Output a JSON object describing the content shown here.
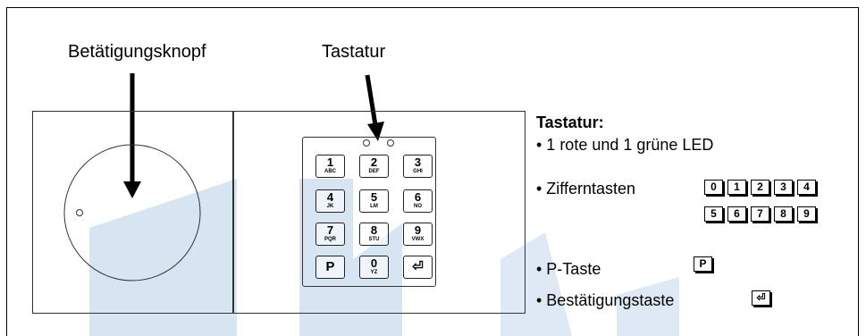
{
  "labels": {
    "knob": "Betätigungsknopf",
    "keypad": "Tastatur"
  },
  "keypad": {
    "keys": [
      {
        "digit": "1",
        "letters": "ABC"
      },
      {
        "digit": "2",
        "letters": "DEF"
      },
      {
        "digit": "3",
        "letters": "GHI"
      },
      {
        "digit": "4",
        "letters": "JK"
      },
      {
        "digit": "5",
        "letters": "LM"
      },
      {
        "digit": "6",
        "letters": "NO"
      },
      {
        "digit": "7",
        "letters": "PQR"
      },
      {
        "digit": "8",
        "letters": "STU"
      },
      {
        "digit": "9",
        "letters": "VWX"
      },
      {
        "digit": "P",
        "letters": ""
      },
      {
        "digit": "0",
        "letters": "YZ"
      },
      {
        "digit": "⏎",
        "letters": ""
      }
    ]
  },
  "info": {
    "heading": "Tastatur:",
    "items": [
      "• 1 rote und 1 grüne LED",
      "• Zifferntasten",
      "• P-Taste",
      "• Bestätigungstaste"
    ],
    "digit_chips": [
      "0",
      "1",
      "2",
      "3",
      "4",
      "5",
      "6",
      "7",
      "8",
      "9"
    ],
    "p_chip": "P",
    "enter_chip": "⏎"
  },
  "colors": {
    "watermark": "#c9dbee",
    "line": "#000000"
  }
}
